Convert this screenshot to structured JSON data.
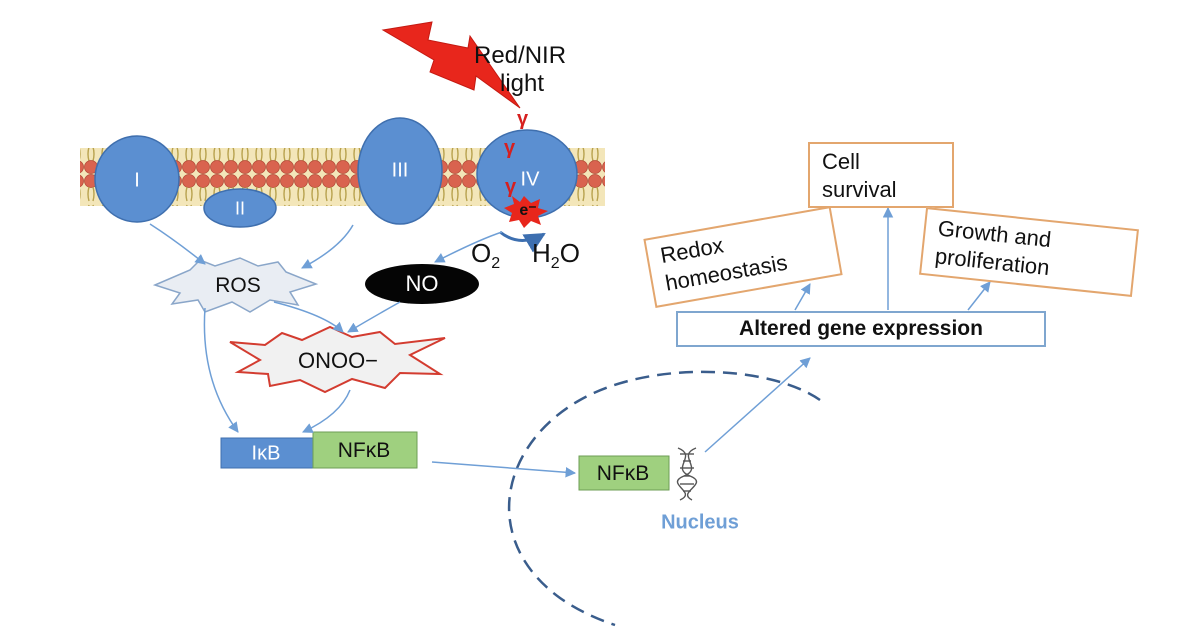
{
  "light": {
    "label": "Red/NIR",
    "label2": "light",
    "photon": "γ"
  },
  "membrane": {
    "complexes": [
      {
        "label": "I"
      },
      {
        "label": "II"
      },
      {
        "label": "III"
      },
      {
        "label": "IV"
      }
    ],
    "electron": "e⁻",
    "reaction": {
      "o2": "O",
      "o2_sub": "2",
      "h": "H",
      "h_sub": "2",
      "o": "O"
    }
  },
  "species": {
    "ros": "ROS",
    "no": "NO",
    "onoo": "ONOO−"
  },
  "complex_nfkb": {
    "ikb": "IκB",
    "nfkb": "NFκB"
  },
  "nucleus": {
    "label": "Nucleus",
    "nfkb": "NFκB"
  },
  "outcomes": {
    "altered": "Altered gene expression",
    "redox1": "Redox",
    "redox2": "homeostasis",
    "cell1": "Cell",
    "cell2": "survival",
    "growth1": "Growth and",
    "growth2": "proliferation"
  },
  "colors": {
    "complex_blue": "#5b8fd1",
    "arrow_blue": "#6f9fd6",
    "lightning_red": "#e8261c",
    "nfkb_green": "#9fd07f",
    "box_orange": "#e3a66e"
  }
}
